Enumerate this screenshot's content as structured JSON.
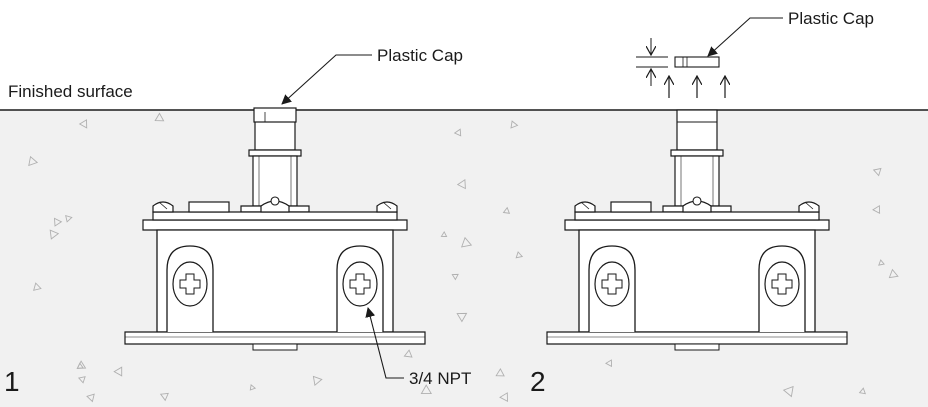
{
  "labels": {
    "finished_surface": "Finished surface",
    "plastic_cap_left": "Plastic Cap",
    "plastic_cap_right": "Plastic Cap",
    "npt": "3/4 NPT",
    "step_1": "1",
    "step_2": "2"
  },
  "colors": {
    "concrete": "#f1f1f1",
    "line": "#1a1a1a",
    "speckle": "#b0b0b0"
  }
}
